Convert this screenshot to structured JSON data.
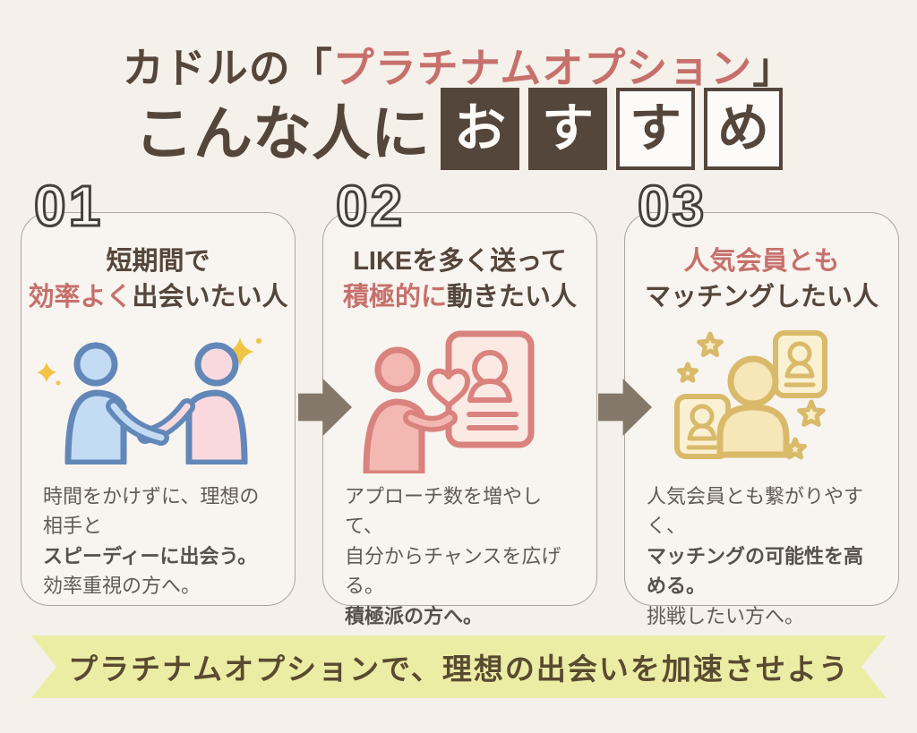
{
  "colors": {
    "background": "#F5F0EA",
    "card_background": "#F8F4EF",
    "dark_brown": "#55463C",
    "accent_rose": "#C6706C",
    "body_text": "#615B55",
    "number_outline": "#45403A",
    "arrow": "#84786A",
    "banner_background": "#ECEDA4",
    "banner_text": "#594A32",
    "blue_outline": "#6287B8",
    "blue_fill": "#C3DCF4",
    "pink_fill": "#F9D9DE",
    "rose_outline": "#D9827E",
    "rose_fill": "#F4B8B3",
    "rose_card_fill": "#FBE9E4",
    "gold_outline": "#D9BA6A",
    "gold_fill": "#F7E6B8",
    "gold_card_fill": "#FAF0D2",
    "sparkle_yellow": "#F2C443"
  },
  "header": {
    "title_line1": {
      "pre": "カドルの「",
      "accent": "プラチナムオプション",
      "post": "」"
    },
    "title_line2_text": "こんな人に",
    "recommend_boxes": [
      {
        "char": "お",
        "style": "filled"
      },
      {
        "char": "す",
        "style": "filled"
      },
      {
        "char": "す",
        "style": "outline"
      },
      {
        "char": "め",
        "style": "outline"
      }
    ]
  },
  "cards": [
    {
      "number": "01",
      "title_line1": [
        {
          "text": "短期間で",
          "accent": false
        }
      ],
      "title_line2": [
        {
          "text": "効率よく",
          "accent": true
        },
        {
          "text": "出会いたい人",
          "accent": false
        }
      ],
      "illustration": "handshake-illustration",
      "description": [
        {
          "text": "時間をかけずに、理想の相手と",
          "bold": false
        },
        {
          "text": "スピーディーに出会う。",
          "bold": true
        },
        {
          "text": "効率重視の方へ。",
          "bold": false
        }
      ]
    },
    {
      "number": "02",
      "title_line1": [
        {
          "text": "LIKEを多く送って",
          "accent": false
        }
      ],
      "title_line2": [
        {
          "text": "積極的に",
          "accent": true
        },
        {
          "text": "動きたい人",
          "accent": false
        }
      ],
      "illustration": "send-like-to-profile-illustration",
      "description": [
        {
          "text": "アプローチ数を増やして、",
          "bold": false
        },
        {
          "text": "自分からチャンスを広げる。",
          "bold": false
        },
        {
          "text": "積極派の方へ。",
          "bold": true
        }
      ]
    },
    {
      "number": "03",
      "title_line1": [
        {
          "text": "人気会員とも",
          "accent": true
        }
      ],
      "title_line2": [
        {
          "text": "マッチングしたい人",
          "accent": false
        }
      ],
      "illustration": "popular-members-illustration",
      "description": [
        {
          "text": "人気会員とも繋がりやすく、",
          "bold": false
        },
        {
          "text": "マッチングの可能性を高める。",
          "bold": true
        },
        {
          "text": "挑戦したい方へ。",
          "bold": false
        }
      ]
    }
  ],
  "arrows": [
    {
      "icon": "right-arrow"
    },
    {
      "icon": "right-arrow"
    }
  ],
  "banner": {
    "text": "プラチナムオプションで、理想の出会いを加速させよう"
  }
}
